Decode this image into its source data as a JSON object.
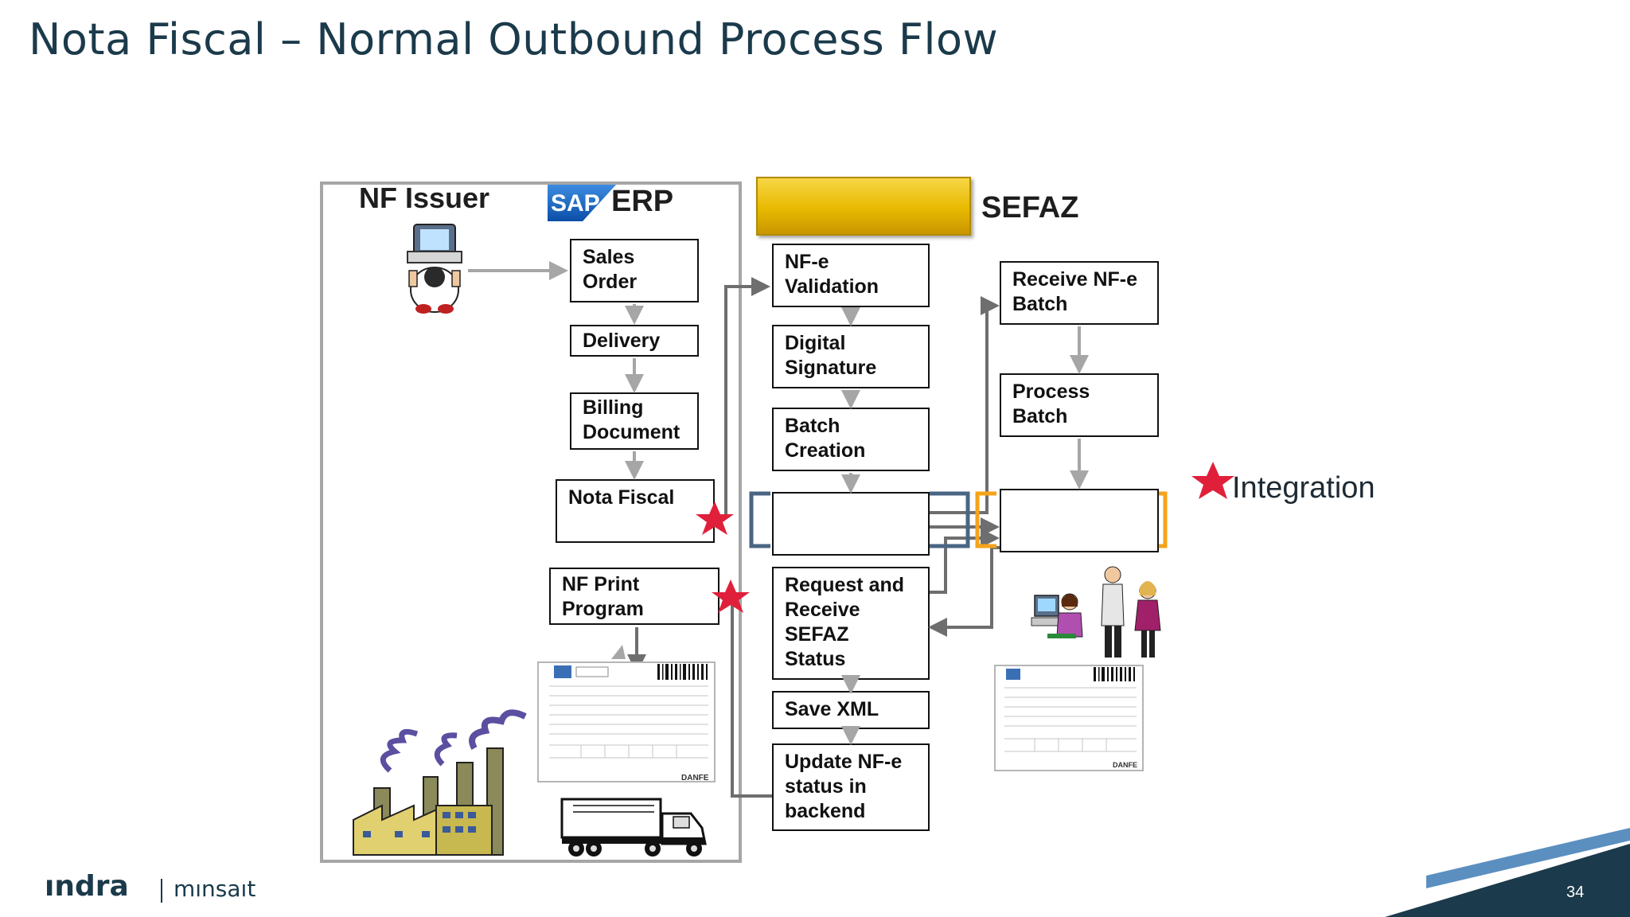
{
  "slide": {
    "title": "Nota Fiscal – Normal Outbound Process Flow",
    "page_number": "34"
  },
  "issuer": {
    "label": "NF Issuer",
    "erp_logo_text": "SAP",
    "erp_label": "ERP",
    "boxes": {
      "sales_order": "Sales\nOrder",
      "delivery": "Delivery",
      "billing_document": "Billing\nDocument",
      "nota_fiscal": "Nota Fiscal",
      "nf_print_program": "NF Print\nProgram"
    }
  },
  "middle": {
    "boxes": {
      "nfe_validation": "NF-e\nValidation",
      "digital_signature": "Digital\nSignature",
      "batch_creation": "Batch\nCreation",
      "request_receive_status": "Request and\nReceive\nSEFAZ\nStatus",
      "save_xml": "Save XML",
      "update_status": "Update NF-e\nstatus in\nbackend"
    }
  },
  "sefaz": {
    "label": "SEFAZ",
    "boxes": {
      "receive_batch": "Receive NF-e\nBatch",
      "process_batch": "Process\nBatch"
    }
  },
  "legend": {
    "integration_label": "Integration"
  },
  "document_art": {
    "danfe_label": "DANFE"
  },
  "footer": {
    "brand": "ındra",
    "sub_brand": "mınsaıt"
  },
  "colors": {
    "title": "#1b3a4b",
    "star": "#e0203a",
    "sefaz_bar": "#f0c419",
    "blue_bracket": "#4a6584",
    "orange_bracket": "#f5a31a",
    "arrow": "#a6a6a6",
    "connector": "#6e6e6e",
    "footer_dark": "#1b3a4b",
    "footer_accent": "#5b8fc0"
  }
}
